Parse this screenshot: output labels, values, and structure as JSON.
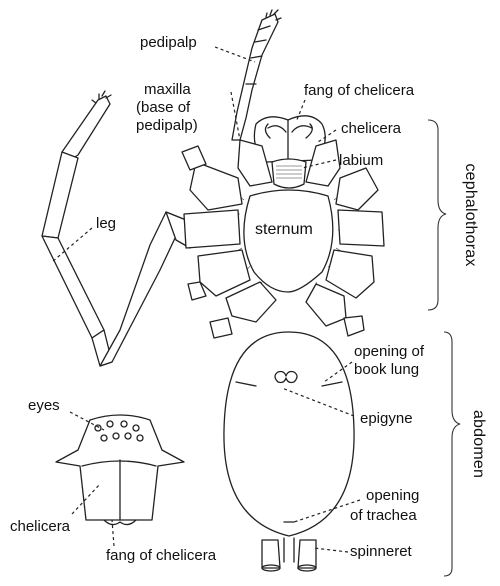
{
  "labels": {
    "pedipalp": "pedipalp",
    "maxilla_line1": "maxilla",
    "maxilla_line2": "(base of",
    "maxilla_line3": "pedipalp)",
    "fang_of_chelicera_top": "fang of chelicera",
    "chelicera_top": "chelicera",
    "labium": "labium",
    "leg": "leg",
    "sternum": "sternum",
    "cephalothorax": "cephalothorax",
    "opening_book_lung_line1": "opening of",
    "opening_book_lung_line2": "book lung",
    "epigyne": "epigyne",
    "abdomen": "abdomen",
    "eyes": "eyes",
    "opening_trachea_line1": "opening",
    "opening_trachea_line2": "of trachea",
    "chelicera_bottom": "chelicera",
    "spinneret": "spinneret",
    "fang_of_chelicera_bottom": "fang of chelicera"
  }
}
